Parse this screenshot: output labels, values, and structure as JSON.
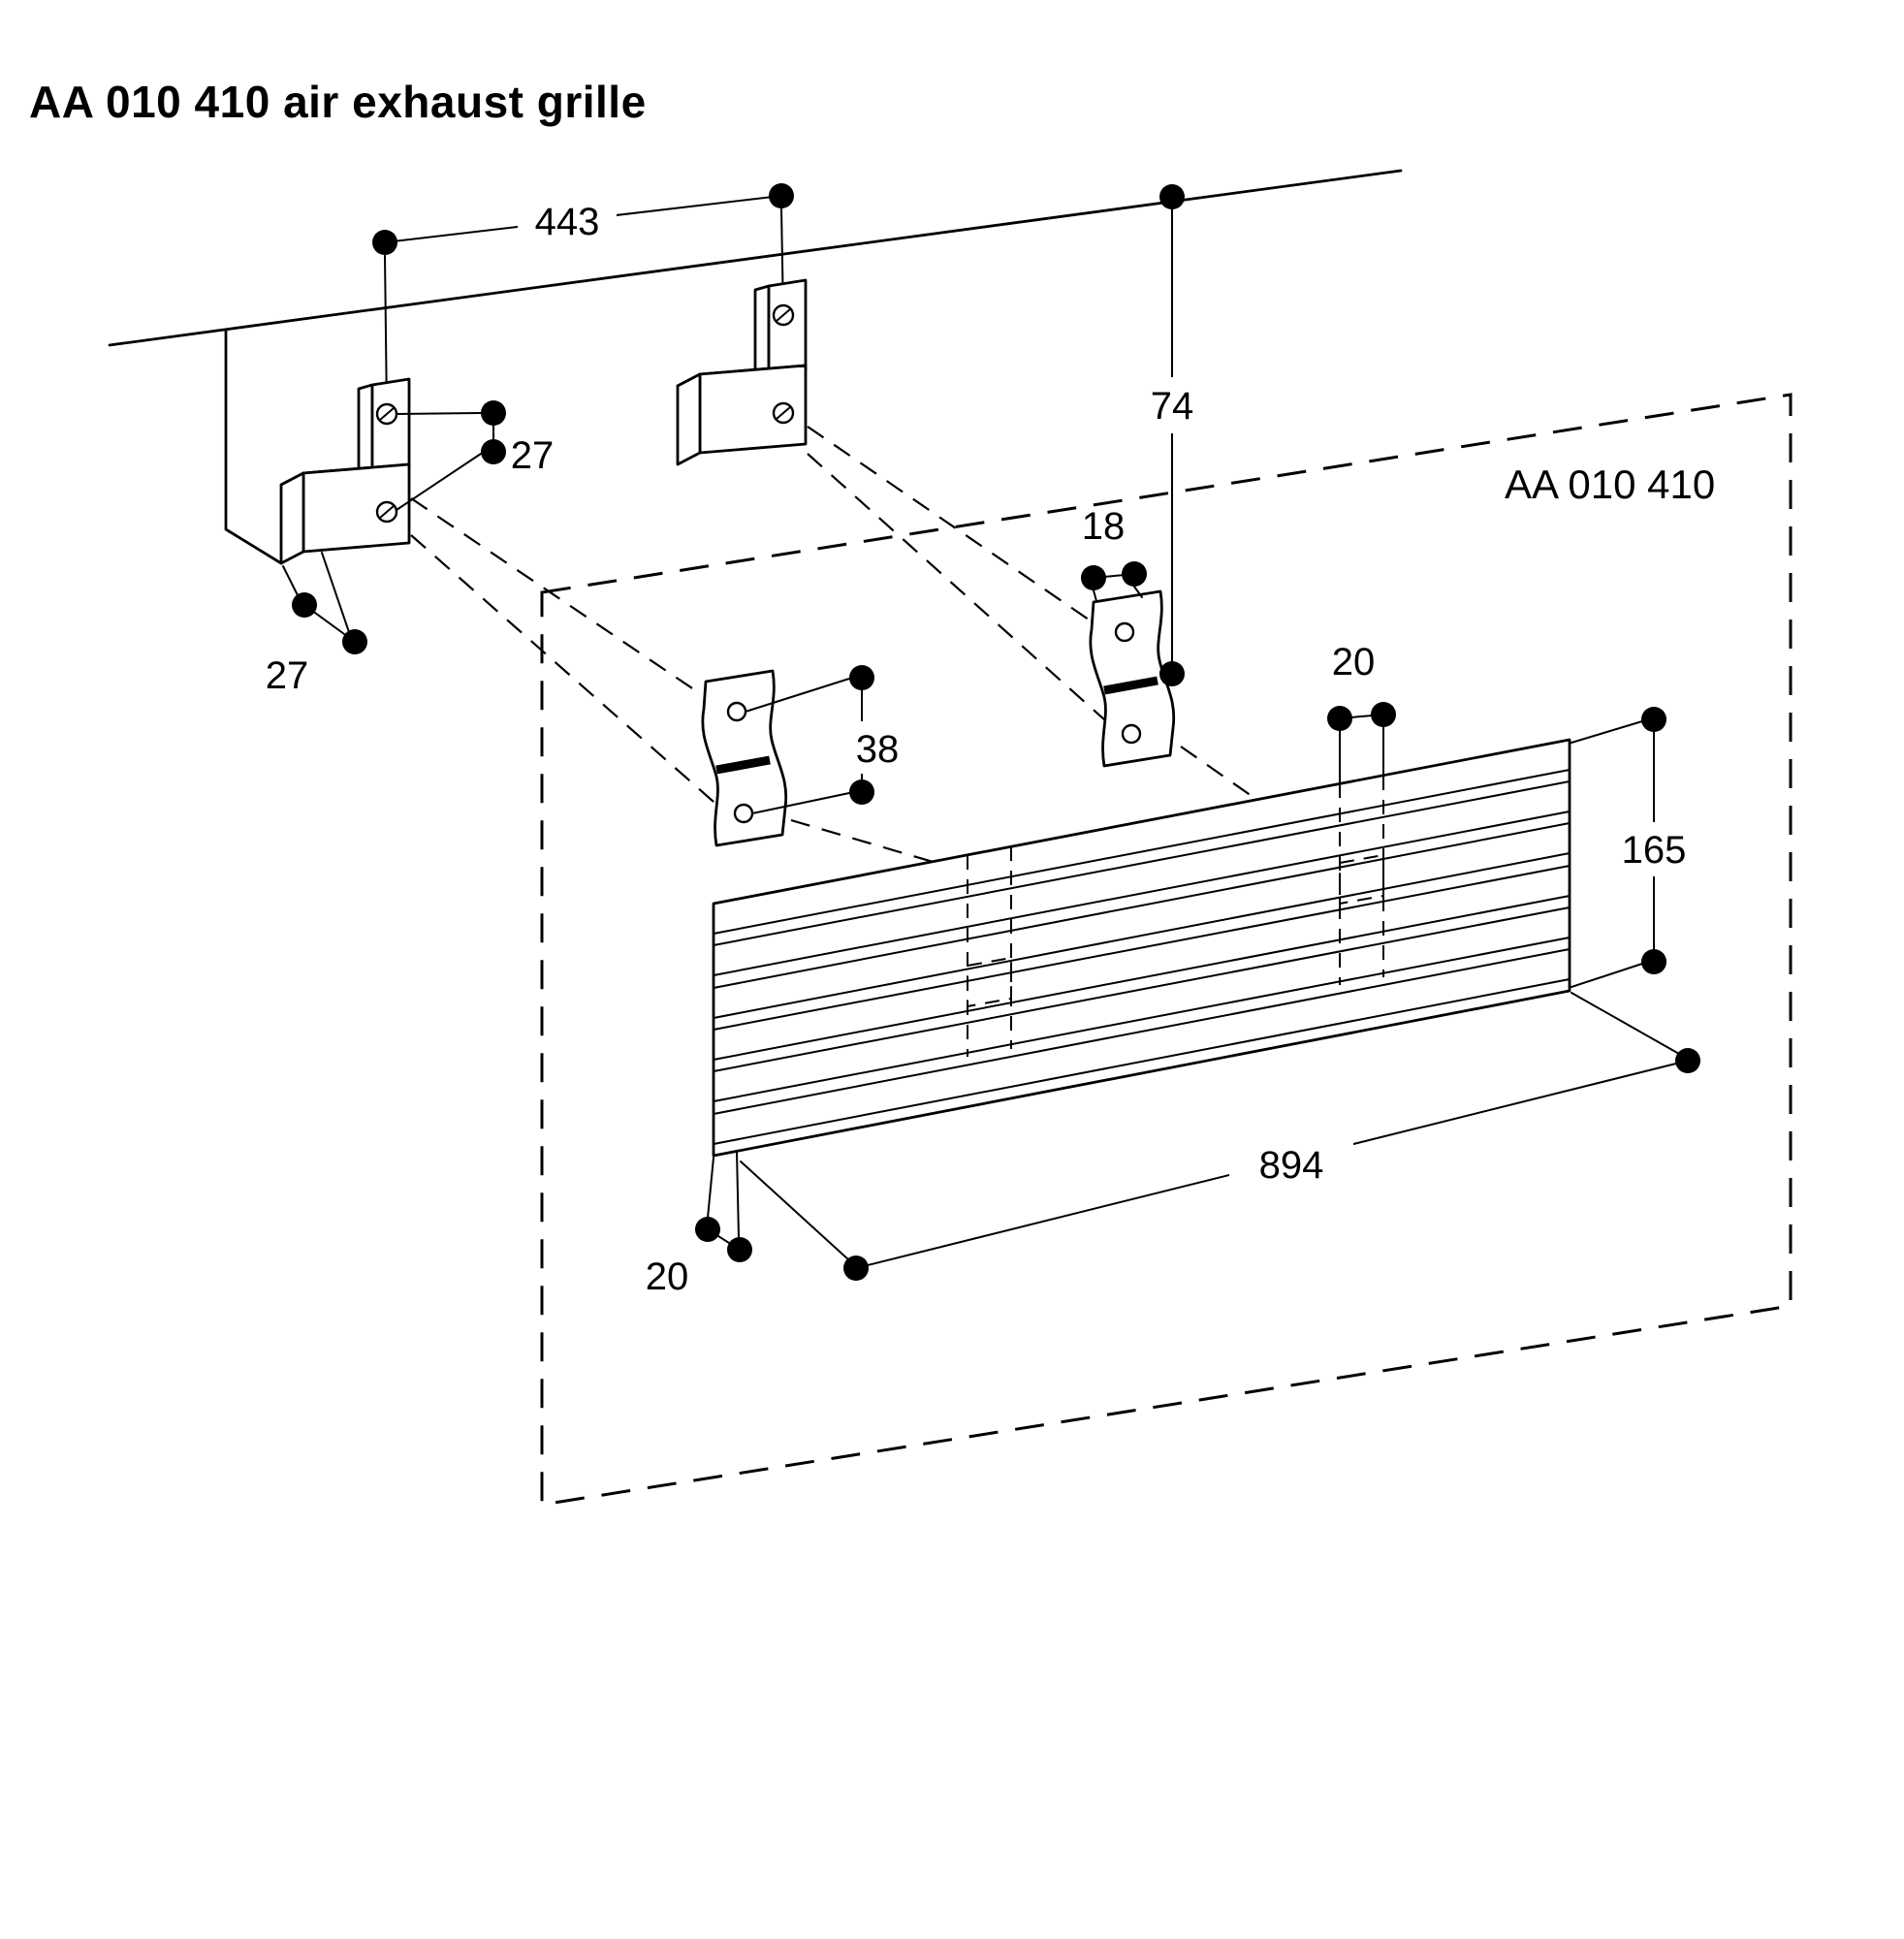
{
  "title": "AA 010 410 air exhaust grille",
  "diagram": {
    "part_label": "AA 010 410",
    "dims": {
      "d443": "443",
      "d27_upper": "27",
      "d27_lower": "27",
      "d74": "74",
      "d18": "18",
      "d38": "38",
      "d20_top": "20",
      "d165": "165",
      "d894": "894",
      "d20_bottom": "20"
    },
    "colors": {
      "line": "#000000",
      "background": "#ffffff"
    }
  }
}
